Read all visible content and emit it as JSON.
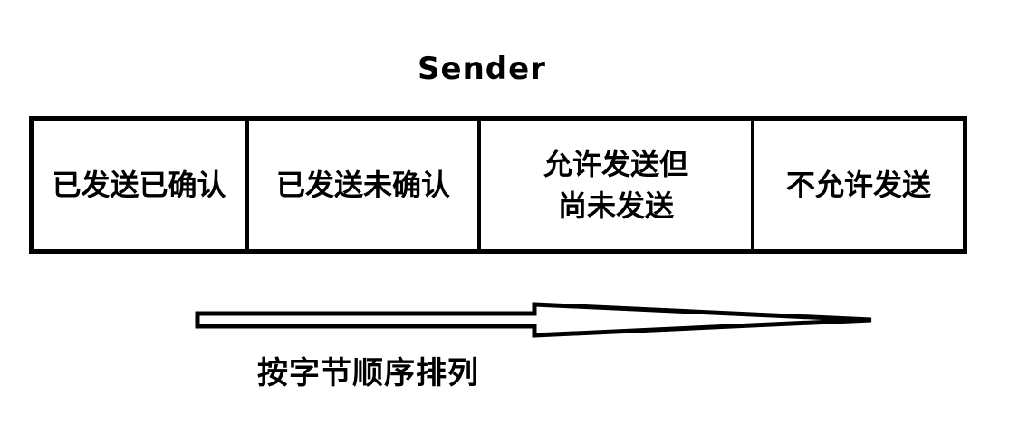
{
  "title": "Sender",
  "segments": [
    {
      "label": "已发送已确认"
    },
    {
      "label": "已发送未确认"
    },
    {
      "label": "允许发送但\n尚未发送"
    },
    {
      "label": "不允许发送"
    }
  ],
  "arrow_caption": "按字节顺序排列"
}
